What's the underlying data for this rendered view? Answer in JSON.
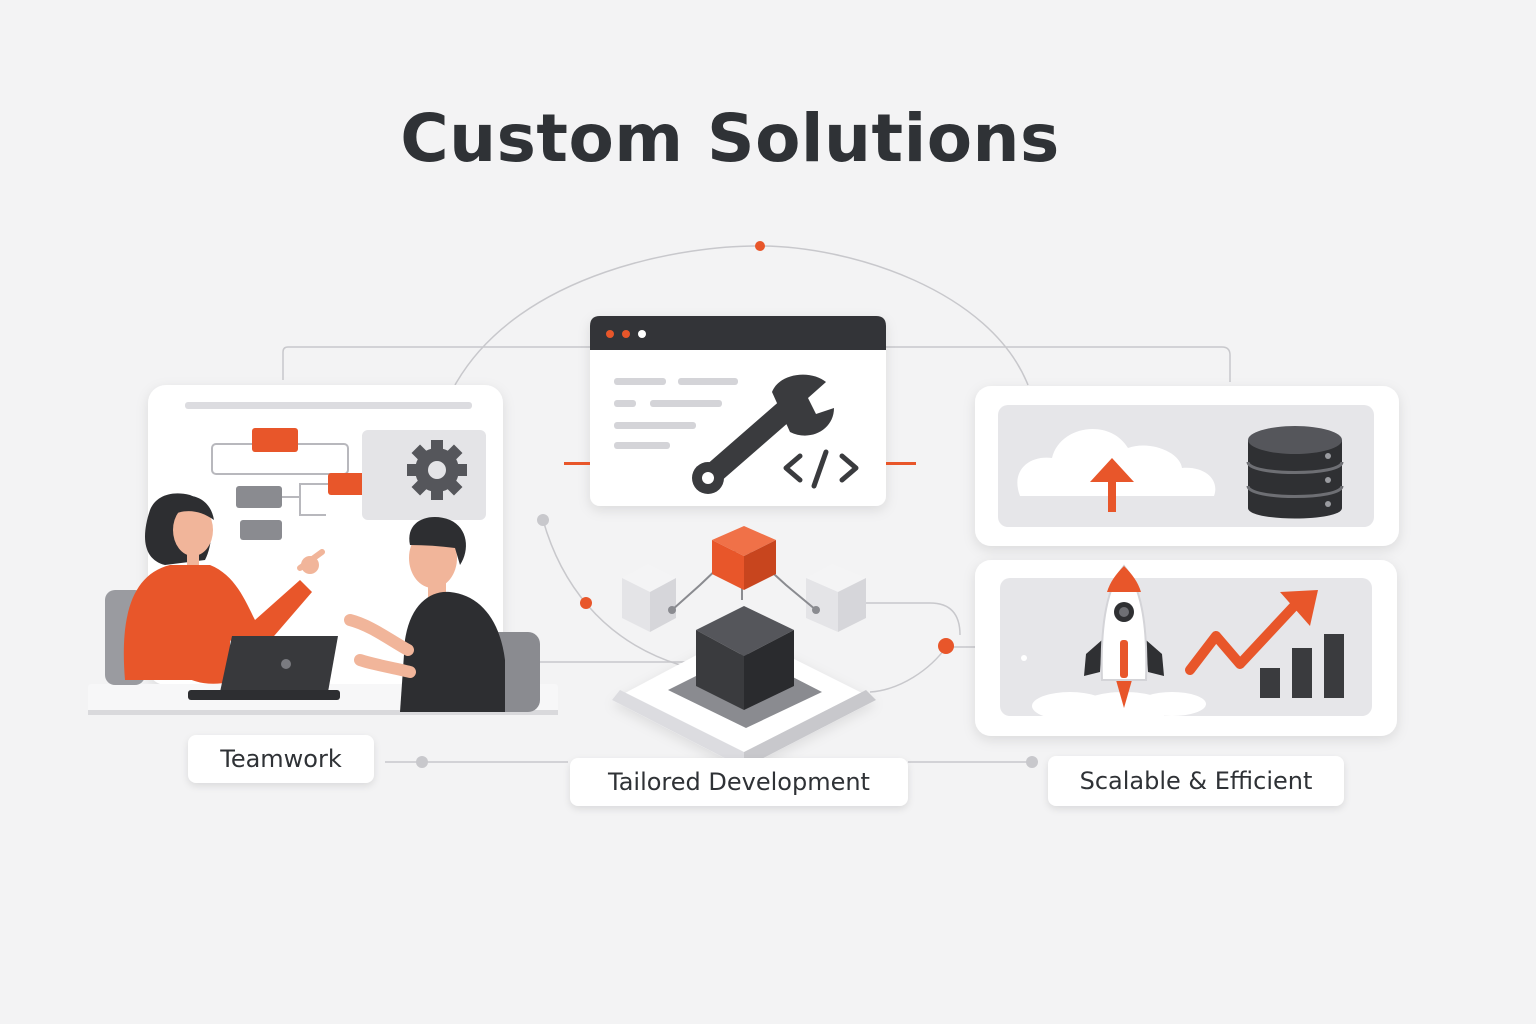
{
  "title": "Custom Solutions",
  "labels": {
    "teamwork": "Teamwork",
    "tailored": "Tailored Development",
    "scalable": "Scalable & Efficient"
  },
  "colors": {
    "background": "#f3f3f4",
    "accent": "#e8562a",
    "dark": "#3a3b3e",
    "text": "#2f3236"
  },
  "icons": [
    "gear-icon",
    "wrench-icon",
    "code-icon",
    "cloud-upload-icon",
    "database-icon",
    "rocket-icon",
    "growth-arrow-icon",
    "bar-chart-icon",
    "cube-icon",
    "laptop-icon"
  ]
}
